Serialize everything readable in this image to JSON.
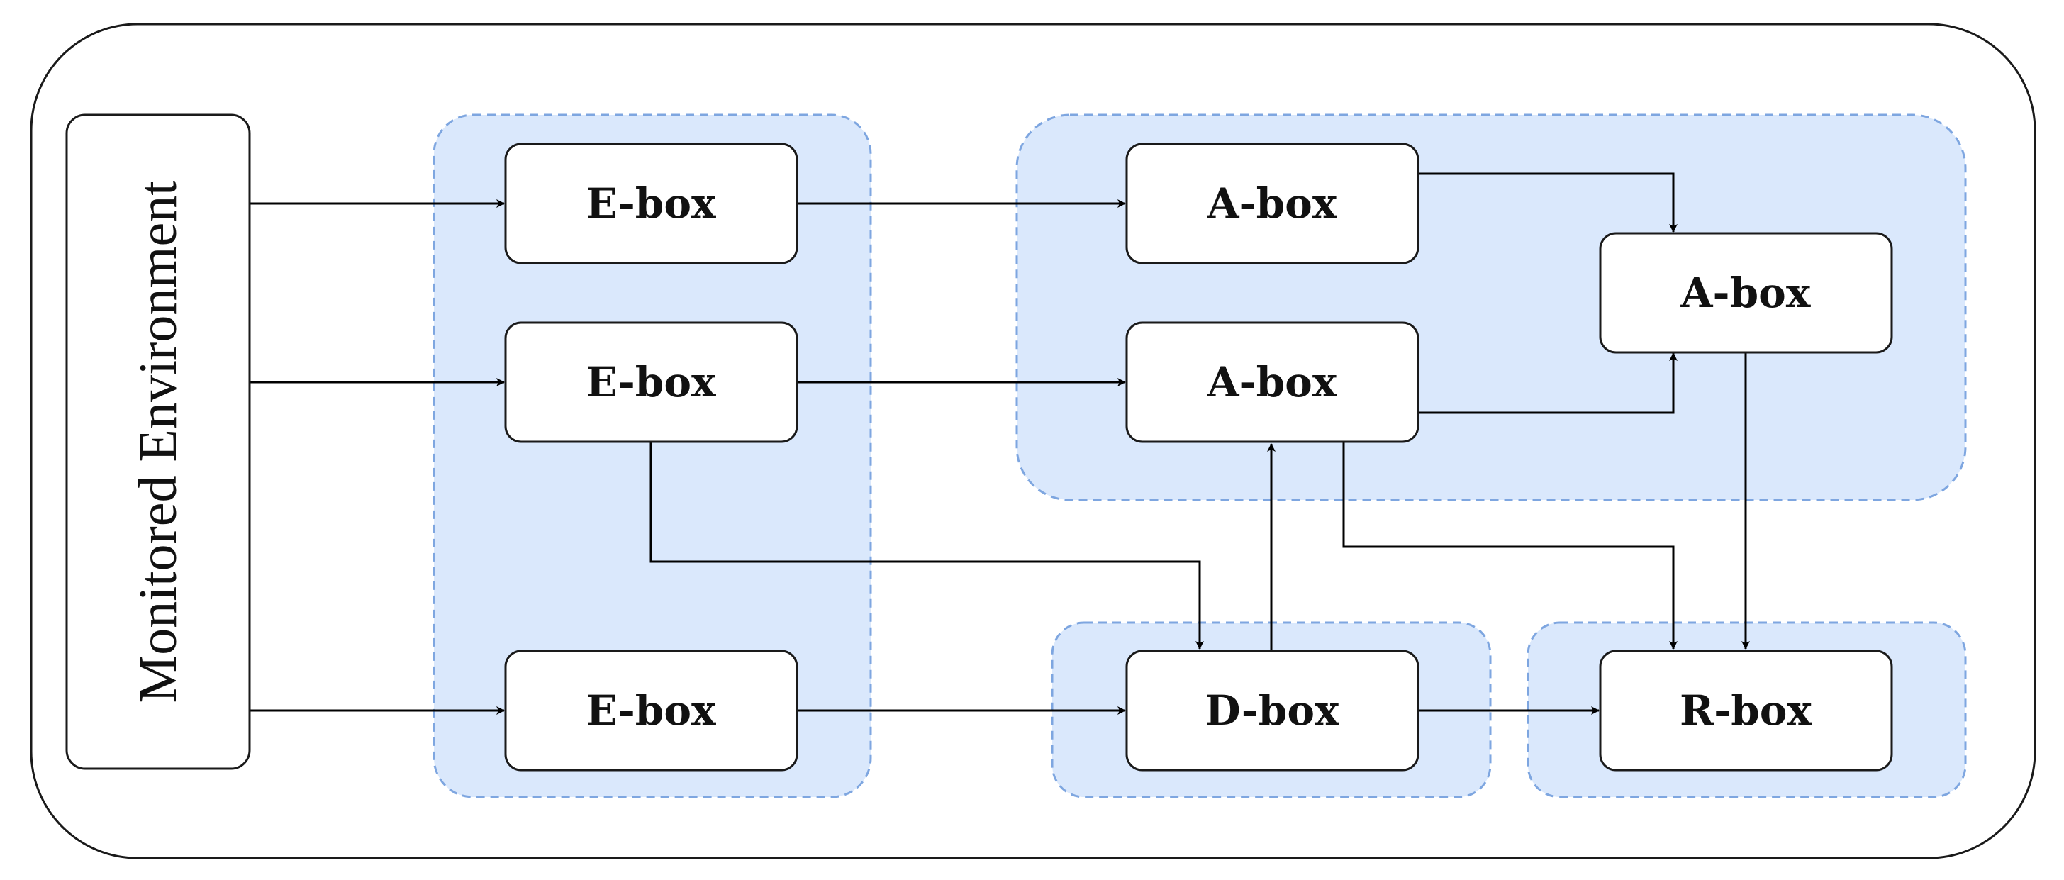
{
  "colors": {
    "group_fill": "#dae8fc",
    "group_stroke": "#7ea6e0",
    "box_stroke": "#1a1a1a",
    "edge": "#000000"
  },
  "environment": {
    "label": "Monitored Environment"
  },
  "nodes": {
    "e1": "E-box",
    "e2": "E-box",
    "e3": "E-box",
    "a1": "A-box",
    "a2": "A-box",
    "a3": "A-box",
    "d1": "D-box",
    "r1": "R-box"
  },
  "edges": [
    {
      "from": "environment",
      "to": "e1"
    },
    {
      "from": "environment",
      "to": "e2"
    },
    {
      "from": "environment",
      "to": "e3"
    },
    {
      "from": "e1",
      "to": "a1"
    },
    {
      "from": "e2",
      "to": "a2"
    },
    {
      "from": "e2",
      "to": "d1"
    },
    {
      "from": "e3",
      "to": "d1"
    },
    {
      "from": "a1",
      "to": "a3"
    },
    {
      "from": "a2",
      "to": "a3"
    },
    {
      "from": "a2",
      "to": "r1"
    },
    {
      "from": "a3",
      "to": "r1"
    },
    {
      "from": "d1",
      "to": "a2"
    },
    {
      "from": "d1",
      "to": "r1"
    }
  ]
}
